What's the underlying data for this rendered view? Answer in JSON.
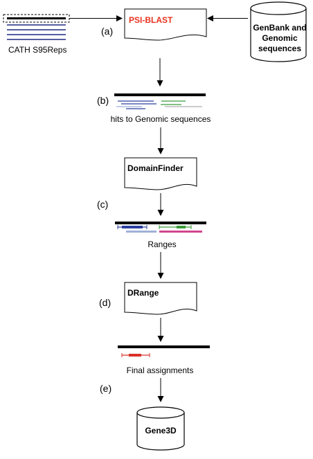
{
  "source": {
    "label": "CATH S95Reps"
  },
  "tools": {
    "psiblast": {
      "label": "PSI-BLAST",
      "color": "#e8321f"
    },
    "domainfinder": {
      "label": "DomainFinder"
    },
    "drange": {
      "label": "DRange"
    }
  },
  "databases": {
    "genbank": {
      "label_lines": [
        "GenBank and",
        "Genomic",
        "sequences"
      ]
    },
    "gene3d": {
      "label": "Gene3D"
    }
  },
  "steps": {
    "a": "(a)",
    "b": "(b)",
    "c": "(c)",
    "d": "(d)",
    "e": "(e)"
  },
  "captions": {
    "hits": "hits to Genomic sequences",
    "ranges": "Ranges",
    "final": "Final assignments"
  },
  "colors": {
    "blue": "#2a3f9e",
    "light_blue": "#9fb0d8",
    "green": "#3a9a3a",
    "pink": "#d2458c",
    "red": "#d8312a"
  }
}
